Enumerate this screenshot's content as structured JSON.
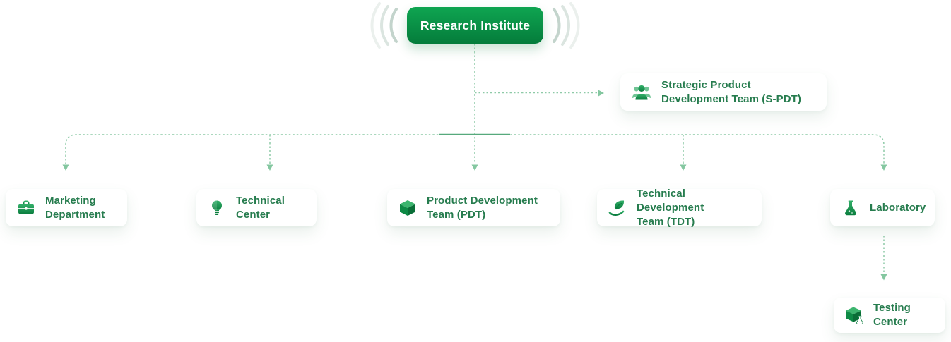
{
  "colors": {
    "pill_gradient_top": "#0fa551",
    "pill_gradient_bottom": "#047c3b",
    "label_text": "#267c4e",
    "connector": "#8ecaa7",
    "icon_gradient_top": "#34b06a",
    "icon_gradient_bottom": "#0a7d3e"
  },
  "root": {
    "label": "Research Institute"
  },
  "nodes": {
    "spdt": {
      "line1": "Strategic Product",
      "line2": "Development Team (S-PDT)",
      "icon": "team-icon"
    },
    "marketing": {
      "line1": "Marketing",
      "line2": "Department",
      "icon": "briefcase-icon"
    },
    "technical_center": {
      "line1": "Technical",
      "line2": "Center",
      "icon": "lightbulb-icon"
    },
    "pdt": {
      "line1": "Product Development",
      "line2": "Team (PDT)",
      "icon": "cube-icon"
    },
    "tdt": {
      "line1": "Technical Development",
      "line2": "Team (TDT)",
      "icon": "hand-leaf-icon"
    },
    "laboratory": {
      "line1": "Laboratory",
      "line2": "",
      "icon": "flask-icon"
    },
    "testing_center": {
      "line1": "Testing Center",
      "line2": "",
      "icon": "test-box-icon"
    }
  }
}
